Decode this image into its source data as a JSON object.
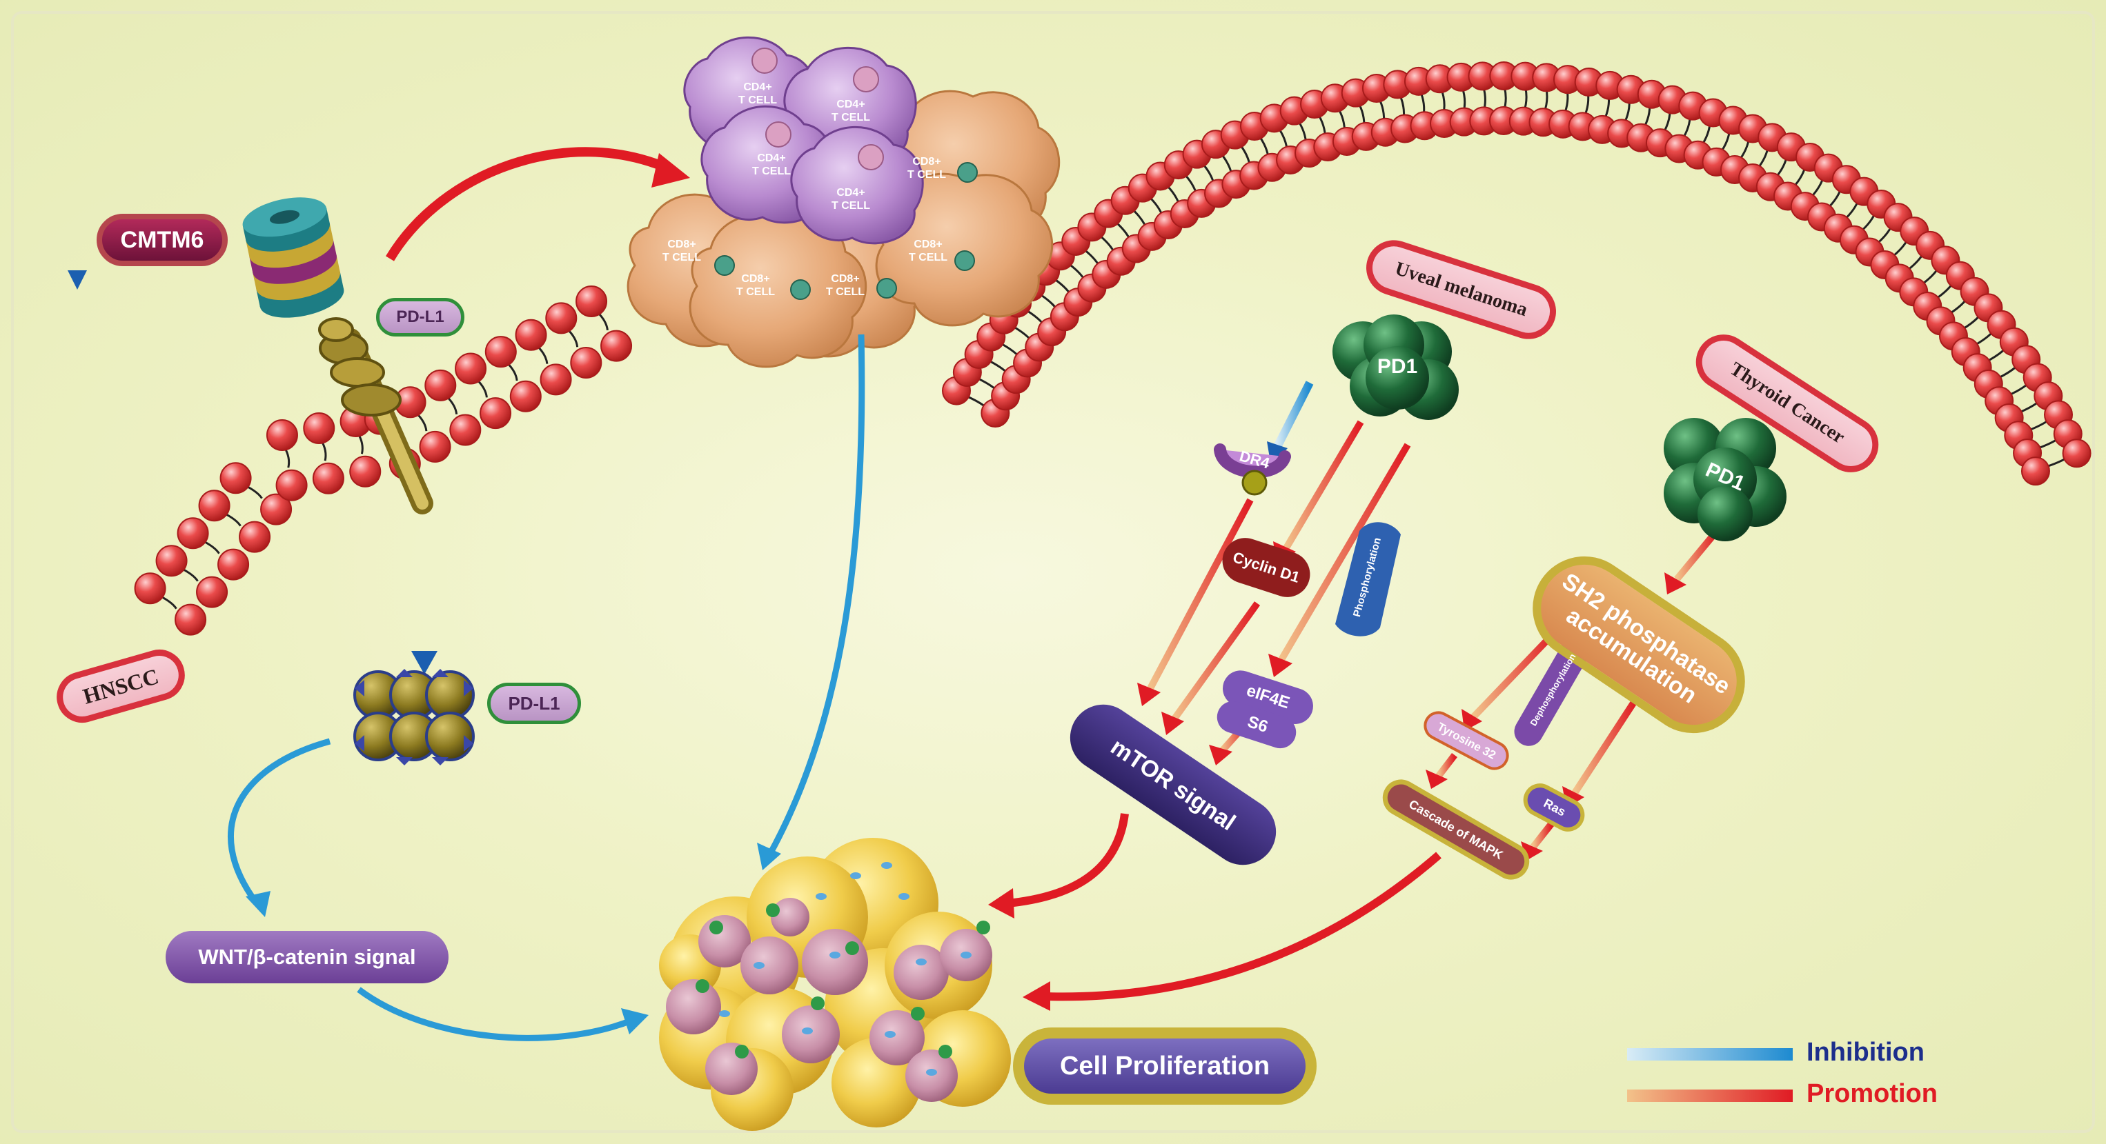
{
  "labels": {
    "cmtm6": "CMTM6",
    "pdl1_top": "PD-L1",
    "pdl1_bottom": "PD-L1",
    "hnscc": "HNSCC",
    "wnt": "WNT/β-catenin signal",
    "cd4": "CD4+",
    "cd8": "CD8+",
    "tcell": "T CELL",
    "uveal": "Uveal melanoma",
    "thyroid": "Thyroid Cancer",
    "pd1_left": "PD1",
    "pd1_right": "PD1",
    "dr4": "DR4",
    "cyclin": "Cyclin D1",
    "phos": "Phosphorylation",
    "eif4e": "eIF4E",
    "s6": "S6",
    "mtor": "mTOR signal",
    "sh2": "SH2 phosphatase accumulation",
    "dephos": "Dephosphorylation",
    "tyr": "Tyrosine 32",
    "ras": "Ras",
    "mapk": "Cascade of MAPK",
    "cellprolif": "Cell Proliferation"
  },
  "legend": {
    "inhibition": "Inhibition",
    "promotion": "Promotion"
  },
  "colors": {
    "inhibition": "#2a9ad6",
    "promotion": "#e01b24",
    "inhibition_text": "#1c2e8c",
    "promotion_text": "#e01b24",
    "membrane_bead": "#e04343"
  }
}
